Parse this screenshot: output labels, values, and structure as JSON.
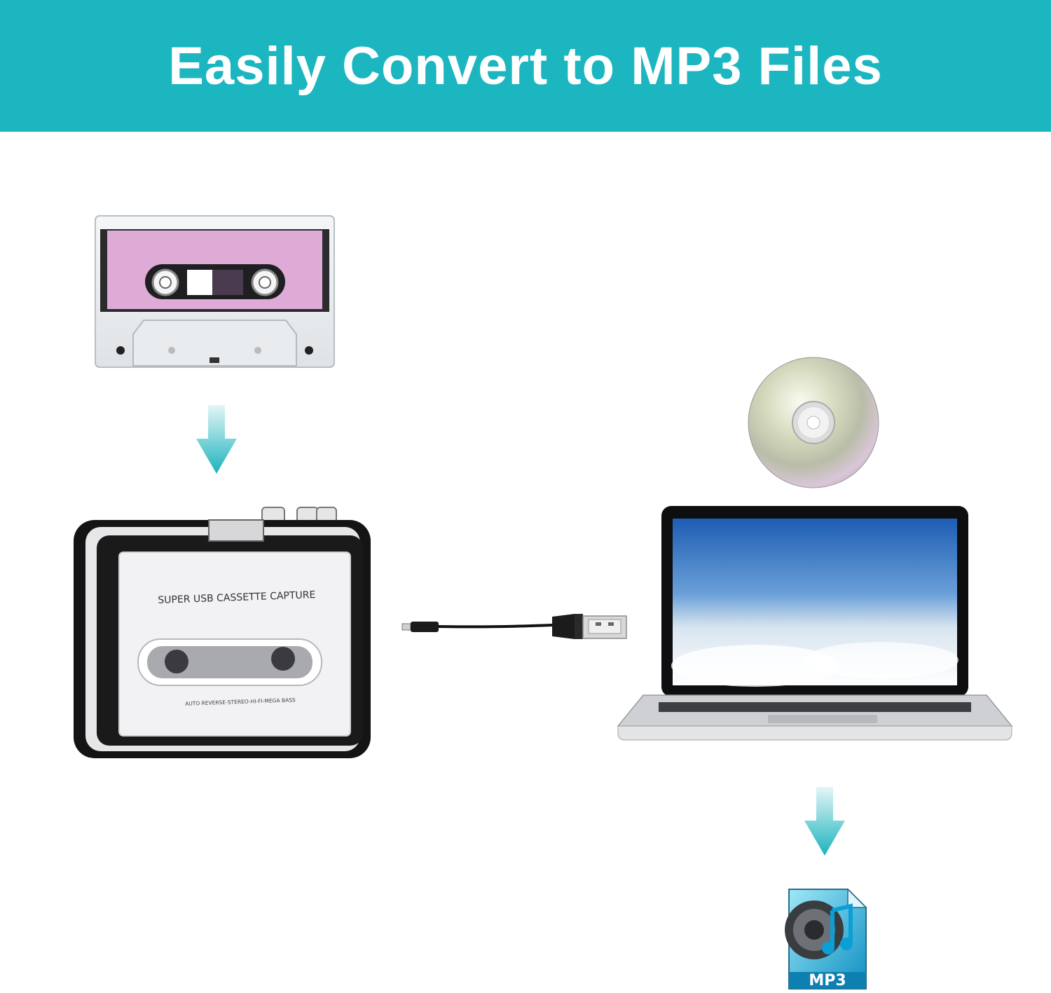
{
  "banner": {
    "title": "Easily Convert to MP3 Files",
    "color": "#1cb6c0"
  },
  "player": {
    "title_label": "SUPER USB CASSETTE CAPTURE",
    "feature_label": "AUTO REVERSE-STEREO-HI-FI-MEGA BASS"
  },
  "mp3_icon": {
    "label": "MP3"
  },
  "icons": [
    "cassette-tape-icon",
    "arrow-down-icon",
    "cassette-player-icon",
    "usb-cable-icon",
    "cd-disc-icon",
    "laptop-icon",
    "mp3-file-icon"
  ]
}
